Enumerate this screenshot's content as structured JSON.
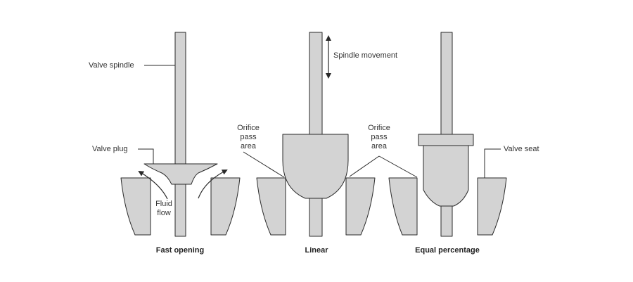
{
  "labels": {
    "valve_spindle": "Valve spindle",
    "valve_plug": "Valve plug",
    "fluid_flow": "Fluid\nflow",
    "spindle_movement": "Spindle movement",
    "orifice_left": "Orifice\npass\narea",
    "orifice_right": "Orifice\npass\narea",
    "valve_seat": "Valve seat"
  },
  "captions": {
    "fast_opening": "Fast opening",
    "linear": "Linear",
    "equal_percentage": "Equal percentage"
  },
  "colors": {
    "fill": "#d3d3d3",
    "stroke": "#2a2a2a",
    "text": "#333333"
  }
}
